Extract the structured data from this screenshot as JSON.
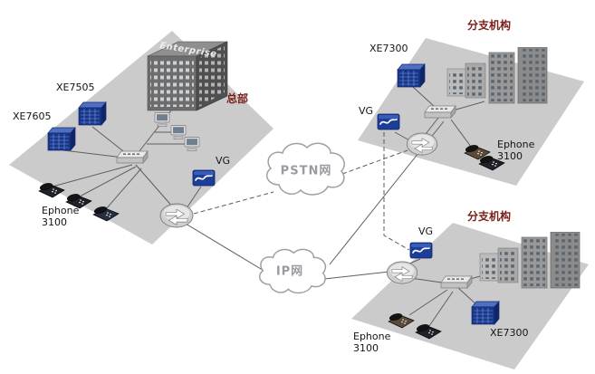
{
  "colors": {
    "platform_gray": "#cbcbcb",
    "device_blue": "#183689",
    "site_label_color": "#7a2019",
    "cloud_text_color": "#9a9aa2",
    "line_color": "#5f5f5f"
  },
  "clouds": {
    "pstn_label": "PSTN网",
    "ip_label": "IP网"
  },
  "hq": {
    "site_label": "总部",
    "building_label": "Enterprise",
    "xe7505_label": "XE7505",
    "xe7605_label": "XE7605",
    "vg_label": "VG",
    "ephone_label": "Ephone\n3100"
  },
  "branch_top": {
    "site_label": "分支机构",
    "xe7300_label": "XE7300",
    "vg_label": "VG",
    "ephone_label": "Ephone\n3100"
  },
  "branch_bottom": {
    "site_label": "分支机构",
    "xe7300_label": "XE7300",
    "vg_label": "VG",
    "ephone_label": "Ephone\n3100"
  }
}
